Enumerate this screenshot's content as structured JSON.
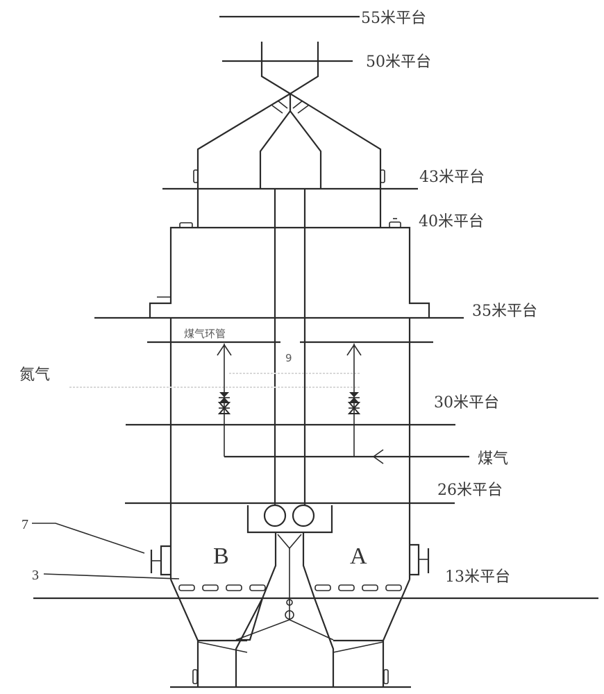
{
  "diagram": {
    "type": "engineering-schematic",
    "colors": {
      "line": "#2a2a2a",
      "text": "#3a3a3a",
      "faint_line": "#d8d8d8",
      "background": "#ffffff"
    },
    "platforms": [
      {
        "id": "p55",
        "label": "55米平台"
      },
      {
        "id": "p50",
        "label": "50米平台"
      },
      {
        "id": "p43",
        "label": "43米平台"
      },
      {
        "id": "p40",
        "label": "40米平台"
      },
      {
        "id": "p35",
        "label": "35米平台"
      },
      {
        "id": "p30",
        "label": "30米平台"
      },
      {
        "id": "p26",
        "label": "26米平台"
      },
      {
        "id": "p13",
        "label": "13米平台"
      }
    ],
    "labels": {
      "gas_ring_pipe": "煤气环管",
      "nitrogen": "氮气",
      "gas": "煤气",
      "part_9": "9",
      "part_7": "7",
      "part_3": "3",
      "chamber_b": "B",
      "chamber_a": "A"
    }
  }
}
